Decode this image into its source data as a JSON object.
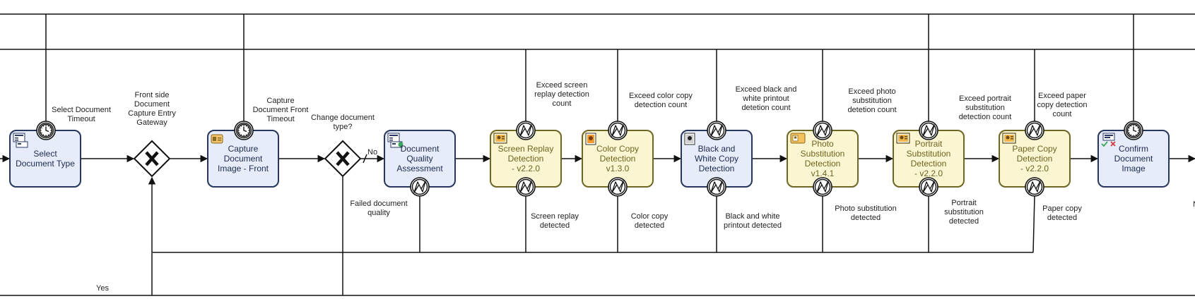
{
  "colors": {
    "line": "#111111",
    "task_blue_fill": "#e6ecfa",
    "task_blue_stroke": "#27365c",
    "task_blue_text": "#1d2b4f",
    "task_yellow_fill": "#fbf6d2",
    "task_yellow_stroke": "#6e6623",
    "task_yellow_text": "#6e6421",
    "label": "#222222"
  },
  "tasks": [
    {
      "id": "t1",
      "lines": [
        "Select",
        "Document Type"
      ],
      "style": "blue",
      "icon": "form-icon"
    },
    {
      "id": "t2",
      "lines": [
        "Capture",
        "Document",
        "Image - Front"
      ],
      "style": "blue",
      "icon": "id-card-icon"
    },
    {
      "id": "t3",
      "lines": [
        "Document",
        "Quality",
        "Assessment"
      ],
      "style": "blue",
      "icon": "form-check-icon"
    },
    {
      "id": "t4",
      "lines": [
        "Screen Replay",
        "Detection",
        "- v2.2.0"
      ],
      "style": "yellow",
      "icon": "portrait-frame-icon"
    },
    {
      "id": "t5",
      "lines": [
        "Color Copy",
        "Detection",
        "v1.3.0"
      ],
      "style": "yellow",
      "icon": "color-photo-icon"
    },
    {
      "id": "t6",
      "lines": [
        "Black and",
        "White Copy",
        "Detection"
      ],
      "style": "blue",
      "icon": "bw-photo-icon"
    },
    {
      "id": "t7",
      "lines": [
        "Photo",
        "Substitution",
        "Detection",
        "v1.4.1"
      ],
      "style": "yellow",
      "icon": "photo-card-icon"
    },
    {
      "id": "t8",
      "lines": [
        "Portrait",
        "Substitution",
        "Detection",
        "- v2.2.0"
      ],
      "style": "yellow",
      "icon": "portrait-frame-icon"
    },
    {
      "id": "t9",
      "lines": [
        "Paper Copy",
        "Detection",
        "- v2.2.0"
      ],
      "style": "yellow",
      "icon": "portrait-frame-icon"
    },
    {
      "id": "t10",
      "lines": [
        "Confirm",
        "Document",
        "Image"
      ],
      "style": "blue",
      "icon": "check-cross-icon"
    }
  ],
  "gateways": [
    {
      "id": "g1",
      "label": [
        "Front side",
        "Document",
        "Capture Entry",
        "Gateway"
      ]
    },
    {
      "id": "g2",
      "label": [
        "Change document",
        "type?"
      ]
    }
  ],
  "boundary_events": [
    {
      "id": "b1",
      "task": "t1",
      "kind": "timer",
      "label": [
        "Select Document",
        "Timeout"
      ]
    },
    {
      "id": "b2",
      "task": "t2",
      "kind": "timer",
      "label": [
        "Capture",
        "Document Front",
        "Timeout"
      ]
    },
    {
      "id": "b3",
      "task": "t3",
      "kind": "error",
      "label": [
        "Failed document",
        "quality"
      ]
    },
    {
      "id": "b4",
      "task": "t4",
      "kind": "error",
      "label": [
        "Exceed screen",
        "replay detection",
        "count"
      ]
    },
    {
      "id": "b5",
      "task": "t4",
      "kind": "error",
      "label": [
        "Screen replay",
        "detected"
      ]
    },
    {
      "id": "b6",
      "task": "t5",
      "kind": "error",
      "label": [
        "Exceed color copy",
        "detection count"
      ]
    },
    {
      "id": "b7",
      "task": "t5",
      "kind": "error",
      "label": [
        "Color copy",
        "detected"
      ]
    },
    {
      "id": "b8",
      "task": "t6",
      "kind": "error",
      "label": [
        "Exceed black and",
        "white printout",
        "detetion count"
      ]
    },
    {
      "id": "b9",
      "task": "t6",
      "kind": "error",
      "label": [
        "Black and white",
        "printout detected"
      ]
    },
    {
      "id": "b10",
      "task": "t7",
      "kind": "error",
      "label": [
        "Exceed photo",
        "substitution",
        "detetion count"
      ]
    },
    {
      "id": "b11",
      "task": "t7",
      "kind": "error",
      "label": [
        "Photo substitution",
        "detected"
      ]
    },
    {
      "id": "b12",
      "task": "t8",
      "kind": "error",
      "label": [
        "Exceed portrait",
        "substitution",
        "detection count"
      ]
    },
    {
      "id": "b13",
      "task": "t8",
      "kind": "error",
      "label": [
        "Portrait",
        "substitution",
        "detected"
      ]
    },
    {
      "id": "b14",
      "task": "t9",
      "kind": "error",
      "label": [
        "Exceed paper",
        "copy detection",
        "count"
      ]
    },
    {
      "id": "b15",
      "task": "t9",
      "kind": "error",
      "label": [
        "Paper copy",
        "detected"
      ]
    },
    {
      "id": "b16",
      "task": "t10",
      "kind": "timer",
      "label": []
    }
  ],
  "flow_labels": {
    "no": "No",
    "yes": "Yes",
    "partial_right": "N"
  }
}
